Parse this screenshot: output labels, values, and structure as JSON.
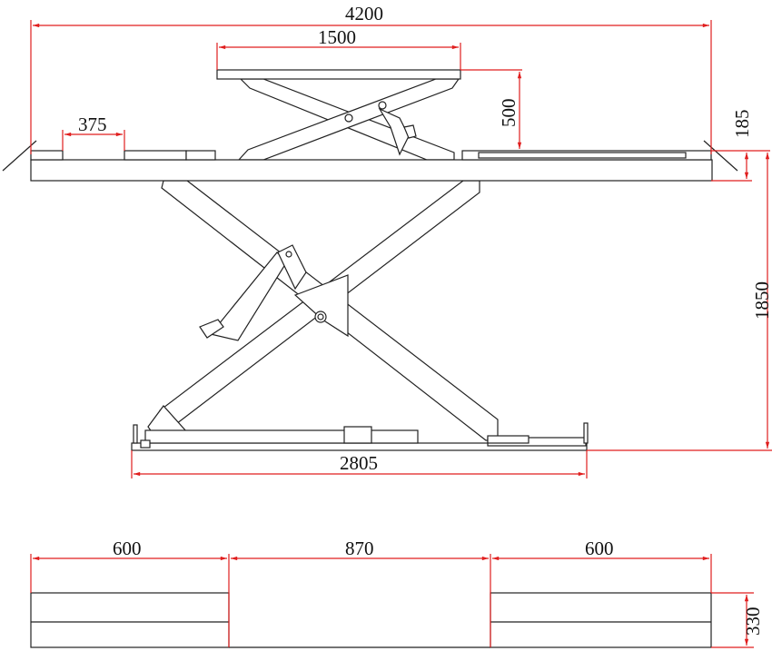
{
  "colors": {
    "dimension": "#e01e1e",
    "outline": "#222222"
  },
  "side_view": {
    "overall_length": "4200",
    "top_table_length": "1500",
    "top_lift_height": "500",
    "pad_width": "375",
    "platform_thickness": "185",
    "max_height": "1850",
    "base_length": "2805"
  },
  "top_view": {
    "left_width": "600",
    "gap_width": "870",
    "right_width": "600",
    "lowered_height": "330"
  }
}
